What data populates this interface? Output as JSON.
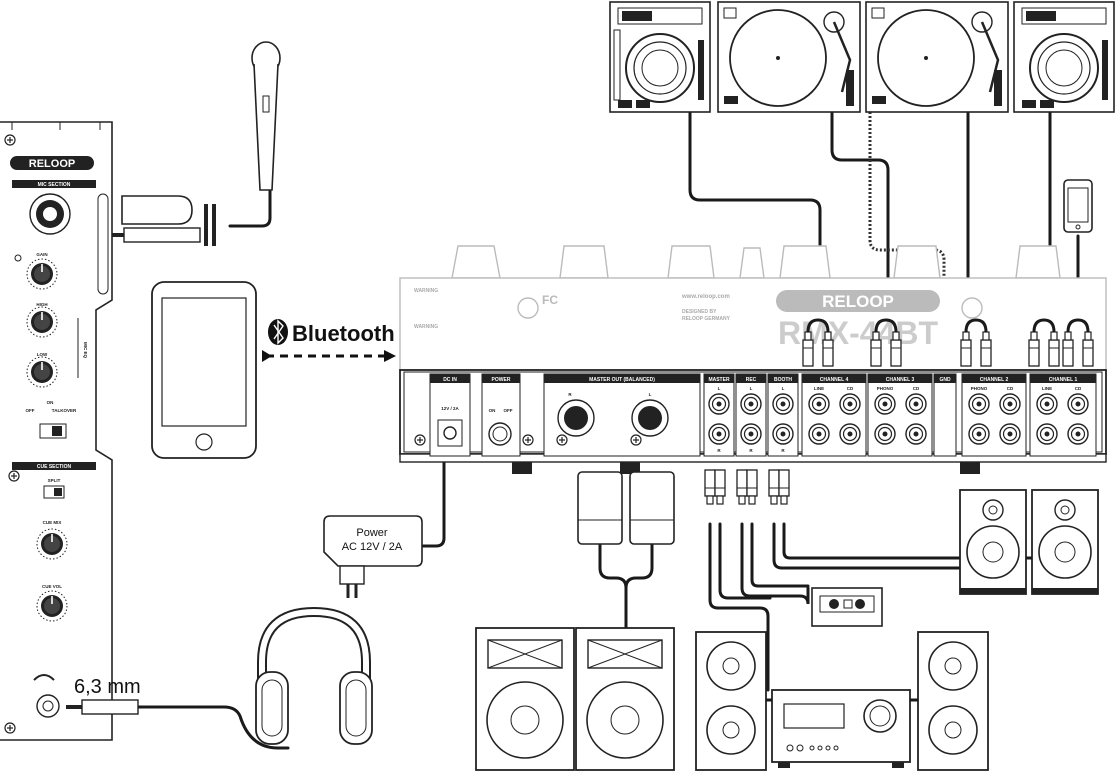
{
  "brand": "RELOOP",
  "model": "RMX-44BT",
  "front_panel": {
    "mic_section": "MIC SECTION",
    "gain": "GAIN",
    "high": "HIGH",
    "low": "LOW",
    "mic_eq": "MIC EQ",
    "talkover": "TALKOVER",
    "off": "OFF",
    "on": "ON",
    "cue_section": "CUE SECTION",
    "split": "SPLIT",
    "cue_mix": "CUE MIX",
    "cue_vol": "CUE VOL"
  },
  "bluetooth_label": "Bluetooth",
  "headphone_label": "6,3 mm",
  "power_adapter": {
    "line1": "Power",
    "line2": "AC 12V / 2A"
  },
  "rear_panel": {
    "dc_in": "DC IN",
    "dc_spec": "12V / 2A",
    "power": "POWER",
    "on": "ON",
    "off": "OFF",
    "master_out": "MASTER OUT (BALANCED)",
    "master": "MASTER",
    "rec": "REC",
    "booth": "BOOTH",
    "channel4": "CHANNEL 4",
    "channel3": "CHANNEL 3",
    "gnd": "GND",
    "channel2": "CHANNEL 2",
    "channel1": "CHANNEL 1",
    "line": "LINE",
    "cd": "CD",
    "phono": "PHONO",
    "l": "L",
    "r": "R",
    "website": "www.reloop.com",
    "designed_by": "DESIGNED BY",
    "reloop_germany": "RELOOP GERMANY",
    "warning": "WARNING"
  }
}
